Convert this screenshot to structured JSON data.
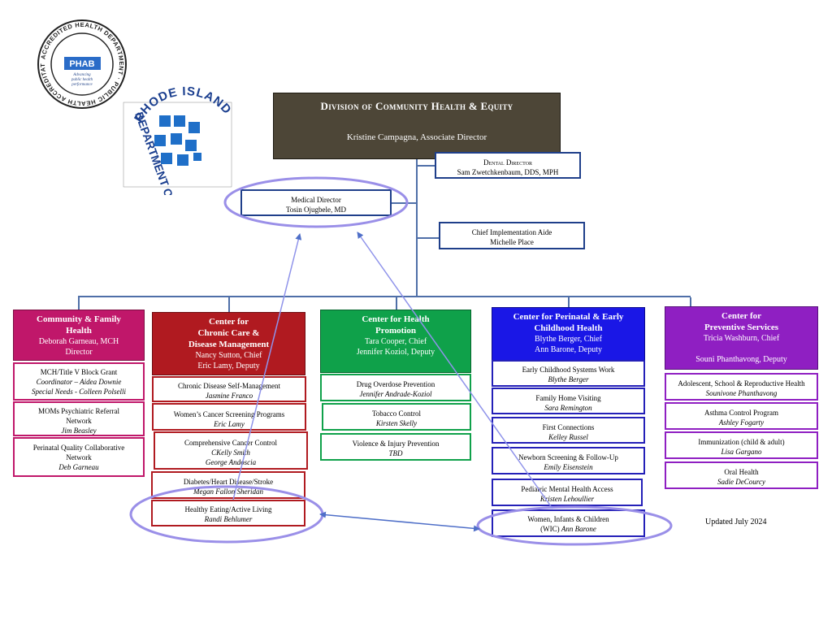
{
  "logos": {
    "phab": {
      "ring_text": "ACCREDITED HEALTH DEPARTMENT · PUBLIC HEALTH ACCREDITATION BOARD",
      "center": "PHAB",
      "tagline": [
        "Advancing",
        "public health",
        "performance"
      ]
    },
    "ridoh": {
      "top_text": "RHODE ISLAND",
      "left_text": "DEPARTMENT OF HEALTH"
    }
  },
  "division": {
    "title": "Division of Community Health & Equity",
    "director": "Kristine Campagna,  Associate Director"
  },
  "dental": {
    "title": "Dental Director",
    "name": "Sam Zwetchkenbaum, DDS, MPH"
  },
  "medical": {
    "title": "Medical Director",
    "name": "Tosin Ojugbele, MD"
  },
  "aide": {
    "title": "Chief Implementation Aide",
    "name": "Michelle Place"
  },
  "col1": {
    "head": [
      "Community & Family",
      "Health"
    ],
    "staff": [
      "Deborah Garneau, MCH",
      "Director"
    ],
    "programs": [
      {
        "lines": [
          "MCH/Title V Block Grant"
        ],
        "subs": [
          "Coordinator – Aidea Downie",
          "Special Needs - Colleen Polselli"
        ]
      },
      {
        "lines": [
          "MOMs Psychiatric Referral",
          "Network"
        ],
        "subs": [
          "Jim Beasley"
        ]
      },
      {
        "lines": [
          "Perinatal Quality Collaborative",
          "Network"
        ],
        "subs": [
          "Deb Garneau"
        ]
      }
    ]
  },
  "col2": {
    "head": [
      "Center for",
      "Chronic Care &",
      "Disease Management"
    ],
    "staff": [
      "Nancy Sutton, Chief",
      "Eric Lamy, Deputy"
    ],
    "programs": [
      {
        "lines": [
          "Chronic Disease Self-Management"
        ],
        "subs": [
          "Jasmine Franco"
        ]
      },
      {
        "lines": [
          "Women’s Cancer Screening Programs"
        ],
        "subs": [
          "Eric Lamy"
        ]
      },
      {
        "lines": [
          "Comprehensive Cancer Control"
        ],
        "subs": [
          "CKelly Smith",
          "George Andoscia"
        ]
      },
      {
        "lines": [
          "Diabetes/Heart Disease/Stroke"
        ],
        "subs": [
          "Megan Fallon Sheridan"
        ]
      },
      {
        "lines": [
          "Healthy Eating/Active Living"
        ],
        "subs": [
          "Randi Behlumer"
        ]
      }
    ]
  },
  "col3": {
    "head": [
      "Center for Health",
      "Promotion"
    ],
    "staff": [
      "Tara Cooper, Chief",
      "Jennifer Koziol, Deputy"
    ],
    "programs": [
      {
        "lines": [
          "Drug Overdose Prevention"
        ],
        "subs": [
          "Jennifer Andrade-Koziol"
        ]
      },
      {
        "lines": [
          "Tobacco Control"
        ],
        "subs": [
          "Kirsten Skelly"
        ]
      },
      {
        "lines": [
          "Violence & Injury Prevention"
        ],
        "subs": [
          "TBD"
        ]
      }
    ]
  },
  "col4": {
    "head": [
      "Center for Perinatal &  Early",
      "Childhood Health"
    ],
    "staff": [
      "Blythe Berger, Chief",
      "Ann Barone, Deputy"
    ],
    "programs": [
      {
        "lines": [
          "Early Childhood Systems Work"
        ],
        "subs": [
          "Blythe Berger"
        ]
      },
      {
        "lines": [
          "Family Home Visiting"
        ],
        "subs": [
          "Sara Remington"
        ]
      },
      {
        "lines": [
          "First Connections"
        ],
        "subs": [
          "Kelley Russel"
        ]
      },
      {
        "lines": [
          "Newborn Screening & Follow-Up"
        ],
        "subs": [
          "Emily Eisenstein"
        ]
      },
      {
        "lines": [
          "Pediatric Mental Health Access"
        ],
        "subs": [
          "Kristen Lehoullier"
        ]
      },
      {
        "lines": [
          "Women, Infants & Children",
          "(WIC) "
        ],
        "subs": [
          "Ann Barone"
        ]
      }
    ]
  },
  "col5": {
    "head": [
      "Center for",
      "Preventive Services"
    ],
    "staff": [
      "Tricia Washburn, Chief",
      "",
      "Souni Phanthavong, Deputy"
    ],
    "programs": [
      {
        "lines": [
          "Adolescent, School & Reproductive Health"
        ],
        "subs": [
          "Sounivone Phanthavong"
        ]
      },
      {
        "lines": [
          "Asthma Control Program"
        ],
        "subs": [
          "Ashley Fogarty"
        ]
      },
      {
        "lines": [
          "Immunization (child & adult)"
        ],
        "subs": [
          "Lisa Gargano"
        ]
      },
      {
        "lines": [
          "Oral Health"
        ],
        "subs": [
          "Sadie DeCourcy"
        ]
      }
    ]
  },
  "updated": "Updated July 2024",
  "colors": {
    "connector": "#4f6fa8",
    "highlight": "#9a8fe8",
    "community": "#c0176a",
    "chronic": "#b01a20",
    "promotion": "#0fa14a",
    "perinatal": "#1a17e6",
    "preventive": "#8f1fc2",
    "division": "#4d4637"
  }
}
